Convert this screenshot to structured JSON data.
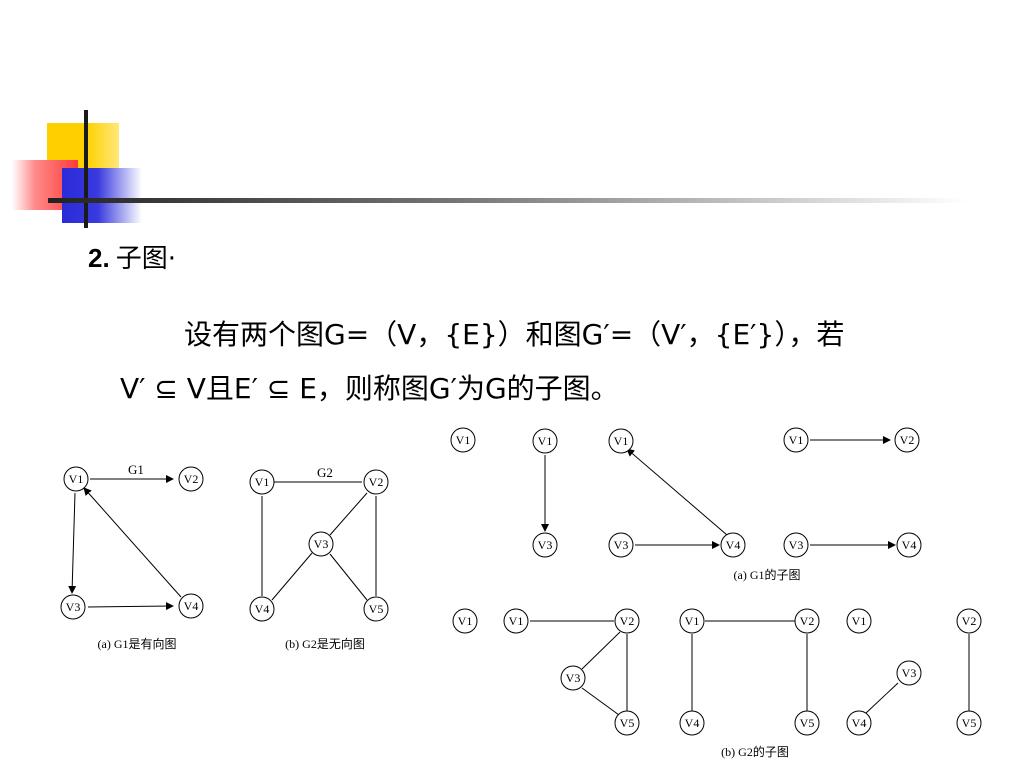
{
  "heading": {
    "number": "2.",
    "title": "子图·"
  },
  "paragraph": {
    "line1": "设有两个图G=（V，{E}）和图G′=（V′，{E′}），若",
    "line2": "V′ ⊆ V且E′ ⊆ E，则称图G′为G的子图。"
  },
  "figures": {
    "g1_title": "G1",
    "g2_title": "G2",
    "caption_a": "(a) G1是有向图",
    "caption_b": "(b) G2是无向图",
    "caption_g1_sub": "(a) G1的子图",
    "caption_g2_sub": "(b) G2的子图"
  },
  "vertex_labels": [
    "V1",
    "V2",
    "V3",
    "V4",
    "V5"
  ],
  "graphs": {
    "G1": {
      "directed": true,
      "edges": [
        [
          "V1",
          "V2"
        ],
        [
          "V1",
          "V3"
        ],
        [
          "V3",
          "V4"
        ],
        [
          "V4",
          "V1"
        ]
      ]
    },
    "G2": {
      "directed": false,
      "edges": [
        [
          "V1",
          "V2"
        ],
        [
          "V1",
          "V4"
        ],
        [
          "V2",
          "V3"
        ],
        [
          "V2",
          "V5"
        ],
        [
          "V3",
          "V4"
        ],
        [
          "V3",
          "V5"
        ]
      ]
    }
  }
}
